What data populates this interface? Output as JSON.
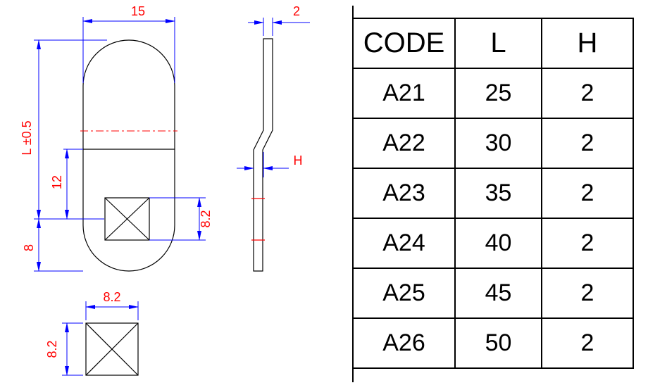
{
  "drawing": {
    "front": {
      "width_label": "15",
      "length_label": "L ±0.5",
      "mid_label": "12",
      "bottom_label": "8",
      "square_label": "8.2"
    },
    "side": {
      "thickness_label": "2",
      "offset_label": "H"
    },
    "detail": {
      "width_label": "8.2",
      "height_label": "8.2"
    },
    "colors": {
      "outline": "#000000",
      "dimension_line": "#0000ff",
      "dimension_text": "#ff0000"
    }
  },
  "table": {
    "headers": [
      "CODE",
      "L",
      "H"
    ],
    "rows": [
      {
        "code": "A21",
        "l": "25",
        "h": "2"
      },
      {
        "code": "A22",
        "l": "30",
        "h": "2"
      },
      {
        "code": "A23",
        "l": "35",
        "h": "2"
      },
      {
        "code": "A24",
        "l": "40",
        "h": "2"
      },
      {
        "code": "A25",
        "l": "45",
        "h": "2"
      },
      {
        "code": "A26",
        "l": "50",
        "h": "2"
      }
    ]
  }
}
